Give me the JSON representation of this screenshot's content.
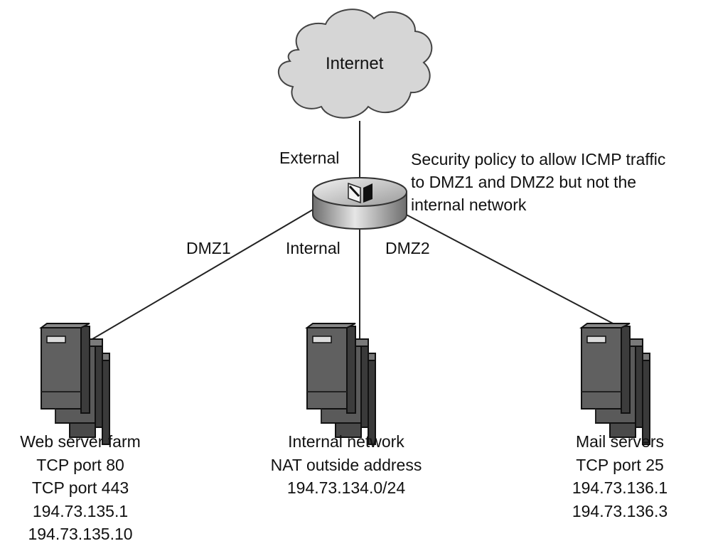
{
  "cloud": {
    "label": "Internet"
  },
  "router": {
    "interfaces": {
      "external": "External",
      "dmz1": "DMZ1",
      "internal": "Internal",
      "dmz2": "DMZ2"
    }
  },
  "policy_note": [
    "Security policy to allow ICMP traffic",
    "to DMZ1 and DMZ2 but not the",
    "internal network"
  ],
  "server_groups": {
    "web": [
      "Web server farm",
      "TCP port 80",
      "TCP port 443",
      "194.73.135.1",
      "194.73.135.10"
    ],
    "internal": [
      "Internal network",
      "NAT outside address",
      "194.73.134.0/24"
    ],
    "mail": [
      "Mail servers",
      "TCP port 25",
      "194.73.136.1",
      "194.73.136.3"
    ]
  },
  "colors": {
    "cloud_fill": "#d8d8d8",
    "server_fill": "#555555",
    "router_fill": "#a8a8a8",
    "line": "#222222"
  }
}
